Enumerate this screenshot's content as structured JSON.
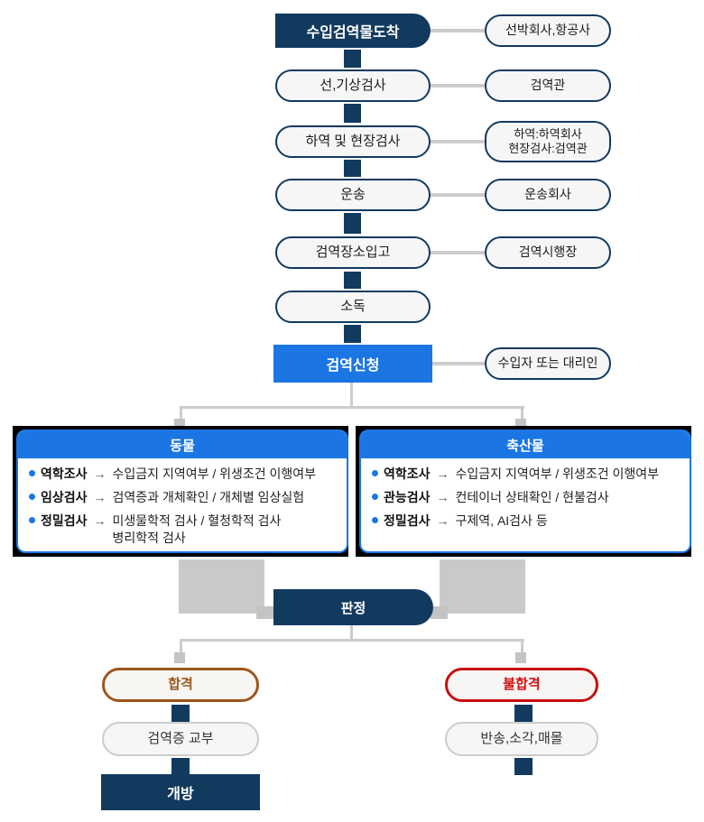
{
  "glyphs": {
    "arrow": "→"
  },
  "colors": {
    "navy": "#123a5f",
    "accent_blue": "#1b76e3",
    "pass_brown": "#9c561d",
    "fail_red": "#c90f0f",
    "connector_gray": "#cccccc",
    "block_gray": "#c9c9c9",
    "backing_black": "#000000"
  },
  "flow": {
    "rows": [
      {
        "left": "수입검역물도착",
        "right": "선박회사,항공사"
      },
      {
        "left": "선,기상검사",
        "right": "검역관"
      },
      {
        "left": "하역 및 현장검사",
        "right": "하역:하역회사\n현장검사:검역관"
      },
      {
        "left": "운송",
        "right": "운송회사"
      },
      {
        "left": "검역장소입고",
        "right": "검역시행장"
      },
      {
        "left": "소독"
      },
      {
        "left": "검역신청",
        "right": "수입자 또는 대리인"
      }
    ]
  },
  "branches": {
    "animal": {
      "title": "동물",
      "items": [
        {
          "label": "역학조사",
          "detail": "수입금지 지역여부 / 위생조건 이행여부"
        },
        {
          "label": "임상검사",
          "detail": "검역증과 개체확인 / 개체별 임상실험"
        },
        {
          "label": "정밀검사",
          "detail": "미생물학적 검사 / 혈청학적 검사\n병리학적 검사"
        }
      ]
    },
    "livestock": {
      "title": "축산물",
      "items": [
        {
          "label": "역학조사",
          "detail": "수입금지 지역여부 / 위생조건 이행여부"
        },
        {
          "label": "관능검사",
          "detail": "컨테이너 상태확인 / 현불검사"
        },
        {
          "label": "정밀검사",
          "detail": "구제역, AI검사 등"
        }
      ]
    }
  },
  "judgement": {
    "label": "판정"
  },
  "outcomes": {
    "pass": {
      "label": "합격",
      "step": "검역증 교부",
      "final": "개방"
    },
    "fail": {
      "label": "불합격",
      "step": "반송,소각,매몰"
    }
  }
}
